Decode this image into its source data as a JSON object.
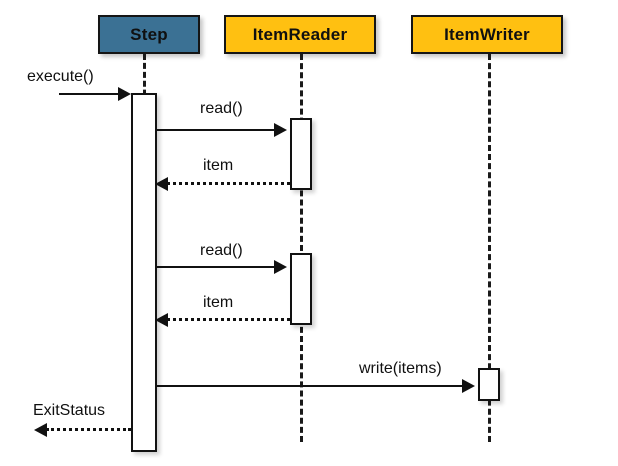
{
  "diagram": {
    "type": "uml-sequence-diagram",
    "background_color": "#ffffff",
    "participants": [
      {
        "id": "step",
        "label": "Step",
        "fill_color": "#3b7194",
        "border_color": "#151515",
        "text_color": "#101010"
      },
      {
        "id": "itemreader",
        "label": "ItemReader",
        "fill_color": "#ffc011",
        "border_color": "#151515",
        "text_color": "#101010"
      },
      {
        "id": "itemwriter",
        "label": "ItemWriter",
        "fill_color": "#ffc011",
        "border_color": "#151515",
        "text_color": "#101010"
      }
    ],
    "messages": [
      {
        "id": "m1",
        "label": "execute()",
        "from": "actor",
        "to": "step",
        "style": "solid",
        "direction": "right"
      },
      {
        "id": "m2",
        "label": "read()",
        "from": "step",
        "to": "itemreader",
        "style": "solid",
        "direction": "right"
      },
      {
        "id": "m3",
        "label": "item",
        "from": "itemreader",
        "to": "step",
        "style": "dotted",
        "direction": "left"
      },
      {
        "id": "m4",
        "label": "read()",
        "from": "step",
        "to": "itemreader",
        "style": "solid",
        "direction": "right"
      },
      {
        "id": "m5",
        "label": "item",
        "from": "itemreader",
        "to": "step",
        "style": "dotted",
        "direction": "left"
      },
      {
        "id": "m6",
        "label": "write(items)",
        "from": "step",
        "to": "itemwriter",
        "style": "solid",
        "direction": "right"
      },
      {
        "id": "m7",
        "label": "ExitStatus",
        "from": "step",
        "to": "actor",
        "style": "dotted",
        "direction": "left"
      }
    ]
  }
}
